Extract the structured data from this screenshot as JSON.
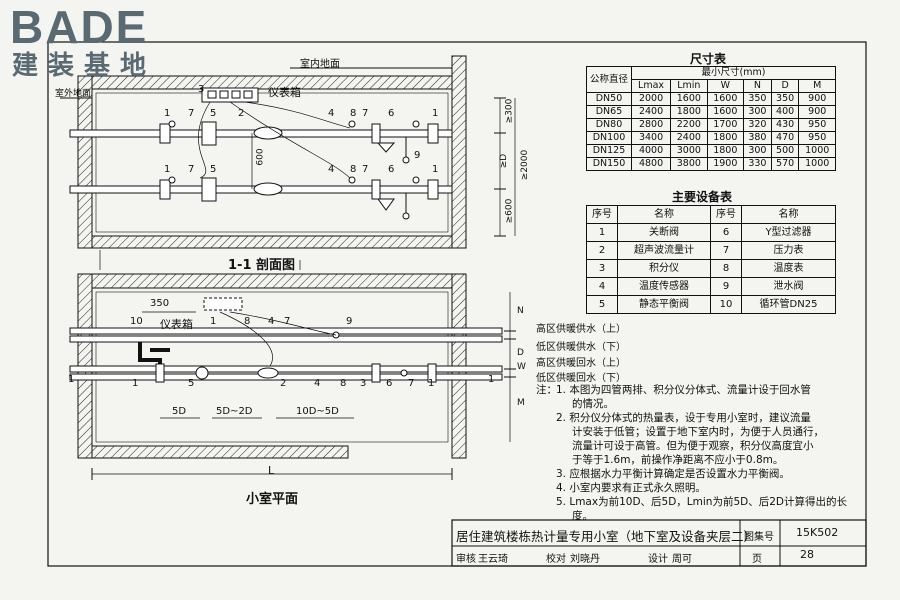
{
  "logo": {
    "brand": "BADE",
    "subtitle": "建装基地"
  },
  "section_view": {
    "title": "1-1 剖面图",
    "indoor_floor": "室内地面",
    "outdoor_floor": "室外地面",
    "meter_box": "仪表箱",
    "dims": {
      "d300": "≥300",
      "d600": "600",
      "d2000": "≥2000",
      "dD": "≥D",
      "d600b": "≥600"
    },
    "labels": [
      "1",
      "7",
      "5",
      "2",
      "3",
      "4",
      "8",
      "7",
      "6",
      "1",
      "9",
      "1",
      "7",
      "5",
      "4",
      "8",
      "7",
      "6",
      "1"
    ]
  },
  "plan_view": {
    "title": "小室平面",
    "meter_box": "仪表箱",
    "dim_350": "350",
    "dims_bottom": [
      "5D",
      "5D~2D",
      "10D~5D"
    ],
    "dim_L": "L",
    "right_dims": [
      "N",
      "D",
      "W",
      "M"
    ],
    "labels": [
      "10",
      "1",
      "8",
      "4",
      "7",
      "9",
      "1",
      "5",
      "2",
      "4",
      "8",
      "3",
      "6",
      "7",
      "1"
    ],
    "pipes": [
      "高区供暖供水（上）",
      "低区供暖供水（下）",
      "高区供暖回水（上）",
      "低区供暖回水（下）"
    ],
    "section_mark": "1"
  },
  "size_table": {
    "title": "尺寸表",
    "col_header": "公称直径",
    "group_header": "最小尺寸(mm)",
    "columns": [
      "Lmax",
      "Lmin",
      "W",
      "N",
      "D",
      "M"
    ],
    "rows": [
      [
        "DN50",
        "2000",
        "1600",
        "1600",
        "350",
        "350",
        "900"
      ],
      [
        "DN65",
        "2400",
        "1800",
        "1600",
        "300",
        "400",
        "900"
      ],
      [
        "DN80",
        "2800",
        "2200",
        "1700",
        "320",
        "430",
        "950"
      ],
      [
        "DN100",
        "3400",
        "2400",
        "1800",
        "380",
        "470",
        "950"
      ],
      [
        "DN125",
        "4000",
        "3000",
        "1800",
        "300",
        "500",
        "1000"
      ],
      [
        "DN150",
        "4800",
        "3800",
        "1900",
        "330",
        "570",
        "1000"
      ]
    ]
  },
  "equipment_table": {
    "title": "主要设备表",
    "headers": [
      "序号",
      "名称",
      "序号",
      "名称"
    ],
    "rows": [
      [
        "1",
        "关断阀",
        "6",
        "Y型过滤器"
      ],
      [
        "2",
        "超声波流量计",
        "7",
        "压力表"
      ],
      [
        "3",
        "积分仪",
        "8",
        "温度表"
      ],
      [
        "4",
        "温度传感器",
        "9",
        "泄水阀"
      ],
      [
        "5",
        "静态平衡阀",
        "10",
        "循环管DN25"
      ]
    ]
  },
  "notes": {
    "lead": "注：",
    "lines": [
      "1. 本图为四管两排、积分仪分体式、流量计设于回水管",
      "的情况。",
      "2. 积分仪分体式的热量表，设于专用小室时，建议流量",
      "计安装于低管；设置于地下室内时，为便于人员通行，",
      "流量计可设于高管。但为便于观察，积分仪高度宜小",
      "于等于1.6m，前操作净距离不应小于0.8m。",
      "3. 应根据水力平衡计算确定是否设置水力平衡阀。",
      "4. 小室内要求有正式永久照明。",
      "5. Lmax为前10D、后5D，Lmin为前5D、后2D计算得出的长",
      "度。"
    ]
  },
  "title_block": {
    "title": "居住建筑楼栋热计量专用小室（地下室及设备夹层二）",
    "atlas_label": "图集号",
    "atlas_no": "15K502",
    "review_label": "审核",
    "reviewer": "王云琦",
    "check_label": "校对",
    "checker": "刘晓丹",
    "design_label": "设计",
    "designer": "周可",
    "page_label": "页",
    "page_no": "28"
  },
  "colors": {
    "logo": "#5a6a73",
    "line": "#111111",
    "paper": "#f4f4f0"
  }
}
